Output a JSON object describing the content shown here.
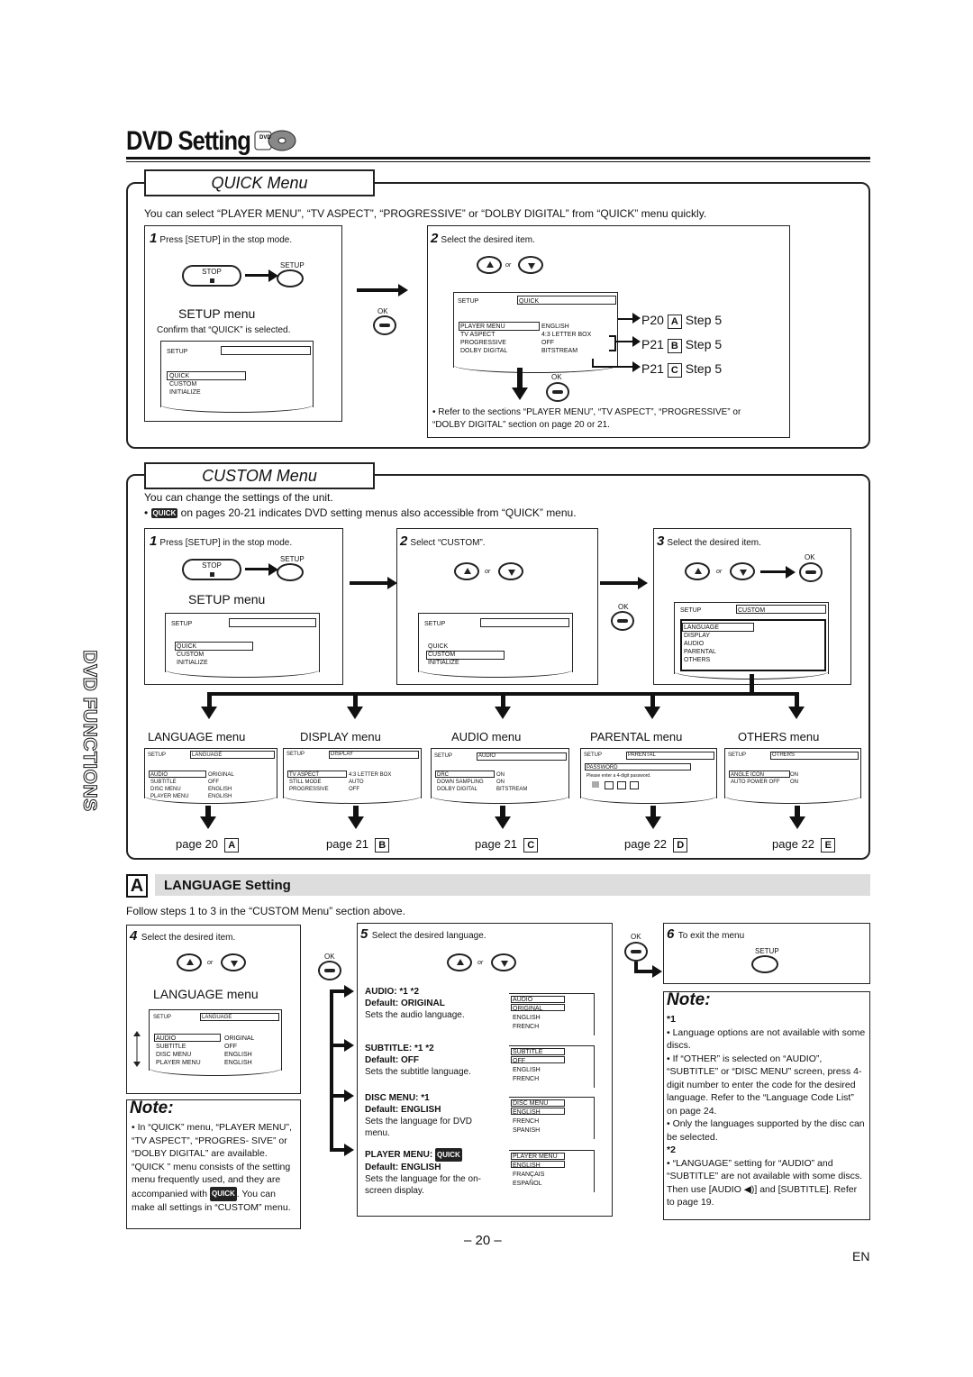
{
  "page_title": "DVD Setting",
  "side_tab": "DVD FUNCTIONS",
  "quick": {
    "title": "QUICK Menu",
    "intro": "You can select “PLAYER MENU”, “TV ASPECT”, “PROGRESSIVE” or “DOLBY DIGITAL” from “QUICK” menu quickly.",
    "step1_num": "1",
    "step1_text": "Press [SETUP] in the stop mode.",
    "stop_label": "STOP",
    "setup_label": "SETUP",
    "ok_label": "OK",
    "setup_menu_label": "SETUP menu",
    "confirm_text": "Confirm that “QUICK” is selected.",
    "screen_setup": "SETUP",
    "screen_items": [
      "QUICK",
      "CUSTOM",
      "INITIALIZE"
    ],
    "step2_num": "2",
    "step2_text": "Select the desired item.",
    "or_text": "or",
    "screen2_setup": "SETUP",
    "screen2_quick": "QUICK",
    "screen2_rows": [
      {
        "item": "PLAYER MENU",
        "value": "ENGLISH"
      },
      {
        "item": "TV ASPECT",
        "value": "4:3 LETTER BOX"
      },
      {
        "item": "PROGRESSIVE",
        "value": "OFF"
      },
      {
        "item": "DOLBY DIGITAL",
        "value": "BITSTREAM"
      }
    ],
    "refs": [
      {
        "page": "P20",
        "key": "A",
        "step": "Step 5"
      },
      {
        "page": "P21",
        "key": "B",
        "step": "Step 5"
      },
      {
        "page": "P21",
        "key": "C",
        "step": "Step 5"
      }
    ],
    "refer_note": "• Refer to the sections “PLAYER MENU”, “TV ASPECT”, “PROGRESSIVE” or “DOLBY DIGITAL” section on page 20 or 21."
  },
  "custom": {
    "title": "CUSTOM Menu",
    "intro": "You can change the settings of the unit.",
    "quick_badge": "QUICK",
    "intro2_prefix": "•",
    "intro2": "on pages 20-21 indicates DVD setting menus also accessible from “QUICK” menu.",
    "step1_num": "1",
    "step1_text": "Press [SETUP] in the stop mode.",
    "step2_num": "2",
    "step2_text": "Select “CUSTOM”.",
    "step3_num": "3",
    "step3_text": "Select the desired item.",
    "setup_menu_label": "SETUP menu",
    "custom_list": [
      "LANGUAGE",
      "DISPLAY",
      "AUDIO",
      "PARENTAL",
      "OTHERS"
    ],
    "screen3_title": "CUSTOM",
    "menus": [
      {
        "label": "LANGUAGE menu",
        "tab": "LANGUAGE",
        "rows": [
          [
            "AUDIO",
            "ORIGINAL"
          ],
          [
            "SUBTITLE",
            "OFF"
          ],
          [
            "DISC MENU",
            "ENGLISH"
          ],
          [
            "PLAYER MENU",
            "ENGLISH"
          ]
        ],
        "page": "page 20",
        "key": "A"
      },
      {
        "label": "DISPLAY menu",
        "tab": "DISPLAY",
        "rows": [
          [
            "TV ASPECT",
            "4:3 LETTER BOX"
          ],
          [
            "STILL MODE",
            "AUTO"
          ],
          [
            "PROGRESSIVE",
            "OFF"
          ]
        ],
        "page": "page 21",
        "key": "B"
      },
      {
        "label": "AUDIO menu",
        "tab": "AUDIO",
        "rows": [
          [
            "DRC",
            "ON"
          ],
          [
            "DOWN SAMPLING",
            "ON"
          ],
          [
            "DOLBY DIGITAL",
            "BITSTREAM"
          ]
        ],
        "page": "page 21",
        "key": "C"
      },
      {
        "label": "PARENTAL menu",
        "tab": "PARENTAL",
        "rows": [
          [
            "PASSWORD",
            ""
          ],
          [
            "Please enter a 4-digit password.",
            ""
          ]
        ],
        "page": "page 22",
        "key": "D"
      },
      {
        "label": "OTHERS menu",
        "tab": "OTHERS",
        "rows": [
          [
            "ANGLE ICON",
            "ON"
          ],
          [
            "AUTO POWER OFF",
            "ON"
          ]
        ],
        "page": "page 22",
        "key": "E"
      }
    ]
  },
  "lang": {
    "key": "A",
    "title": "LANGUAGE Setting",
    "follow": "Follow steps 1 to 3 in the “CUSTOM Menu” section above.",
    "step4_num": "4",
    "step4_text": "Select the desired item.",
    "step5_num": "5",
    "step5_text": "Select the desired language.",
    "step6_num": "6",
    "step6_text": "To exit the menu",
    "lang_menu_label": "LANGUAGE menu",
    "options": [
      {
        "head": "AUDIO: *1 *2",
        "default": "Default: ORIGINAL",
        "desc": "Sets the audio language.",
        "list": [
          "AUDIO",
          "ORIGINAL",
          "ENGLISH",
          "FRENCH"
        ]
      },
      {
        "head": "SUBTITLE: *1 *2",
        "default": "Default: OFF",
        "desc": "Sets the subtitle language.",
        "list": [
          "SUBTITLE",
          "OFF",
          "ENGLISH",
          "FRENCH"
        ]
      },
      {
        "head": "DISC MENU: *1",
        "default": "Default: ENGLISH",
        "desc": "Sets the language for DVD menu.",
        "list": [
          "DISC MENU",
          "ENGLISH",
          "FRENCH",
          "SPANISH"
        ]
      },
      {
        "head": "PLAYER MENU:",
        "default": "Default: ENGLISH",
        "desc": "Sets the language for the on-screen display.",
        "list": [
          "PLAYER MENU",
          "ENGLISH",
          "FRANÇAIS",
          "ESPAÑOL"
        ]
      }
    ],
    "note_left_title": "Note:",
    "note_left": "• In “QUICK” menu, “PLAYER MENU”, “TV ASPECT”, “PROGRES- SIVE” or “DOLBY DIGITAL” are available. “QUICK ” menu consists of the setting menu frequently used, and they are accompanied with",
    "note_left_end": ". You can make all settings in “CUSTOM” menu.",
    "note_right_title": "Note:",
    "star1": "*1",
    "note_r1": "• Language options are not available with some discs.",
    "note_r2": "• If “OTHER” is selected on “AUDIO”, “SUBTITLE” or “DISC MENU” screen, press 4-digit number to enter the code for the desired language. Refer to the “Language Code List” on page 24.",
    "note_r3": "• Only the languages supported by the disc can be selected.",
    "star2": "*2",
    "note_r4": "• “LANGUAGE” setting for “AUDIO” and “SUBTITLE” are not available with some discs. Then use [AUDIO ◀)] and [SUBTITLE]. Refer to page 19."
  },
  "footer": {
    "page_num": "– 20 –",
    "lang": "EN"
  }
}
